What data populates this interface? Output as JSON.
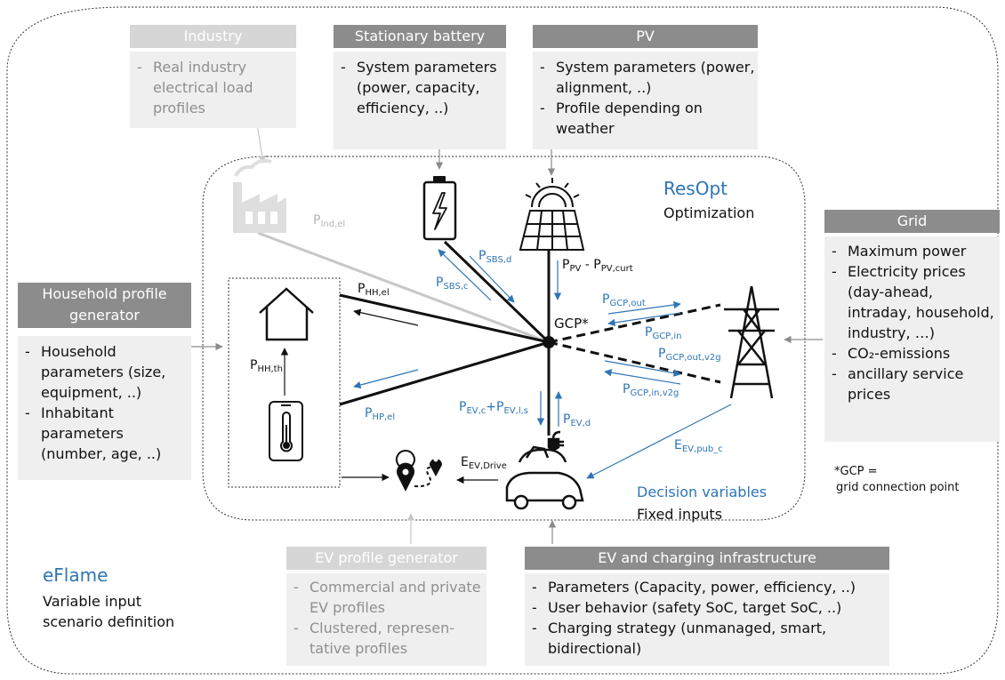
{
  "industry": {
    "title": "Industry",
    "items": [
      "Real industry electrical load profiles"
    ]
  },
  "battery": {
    "title": "Stationary battery",
    "items": [
      "System parameters (power, capacity, efficiency, ..)"
    ]
  },
  "pv": {
    "title": "PV",
    "items": [
      "System parameters (power, alignment, ..)",
      "Profile depending on weather"
    ]
  },
  "grid": {
    "title": "Grid",
    "items": [
      "Maximum power",
      "Electricity prices (day-ahead, intraday, household, industry, …)",
      "CO₂-emissions",
      "ancillary service prices"
    ]
  },
  "household": {
    "title": "Household profile generator",
    "items": [
      "Household parameters (size, equipment, ..)",
      "Inhabitant parameters (number, age, ..)"
    ]
  },
  "ev_profile": {
    "title": "EV profile generator",
    "items": [
      "Commercial and private EV profiles",
      "Clustered, represen-tative profiles"
    ]
  },
  "ev_infra": {
    "title": "EV and charging infrastructure",
    "items": [
      "Parameters (Capacity, power, efficiency, ..)",
      "User behavior (safety SoC, target SoC, ..)",
      "Charging strategy (unmanaged, smart, bidirectional)"
    ]
  },
  "resopt": {
    "title": "ResOpt",
    "subtitle": "Optimization"
  },
  "eflame": {
    "title": "eFlame",
    "subtitle": "Variable input scenario definition"
  },
  "legend": {
    "decision": "Decision variables",
    "fixed": "Fixed inputs"
  },
  "gcp_note": {
    "line1": "*GCP =",
    "line2": "grid connection point"
  },
  "gcp_label": "GCP*",
  "variables": {
    "p_ind_el": {
      "base": "P",
      "sub": "Ind,el"
    },
    "p_hh_el": {
      "base": "P",
      "sub": "HH,el"
    },
    "p_hh_th": {
      "base": "P",
      "sub": "HH,th"
    },
    "p_hp_el": {
      "base": "P",
      "sub": "HP,el"
    },
    "p_sbs_d": {
      "base": "P",
      "sub": "SBS,d"
    },
    "p_sbs_c": {
      "base": "P",
      "sub": "SBS,c"
    },
    "p_pv": {
      "base": "P",
      "sub": "PV"
    },
    "p_pv_minus": "-",
    "p_pv_curt": {
      "base": "P",
      "sub": "PV,curt"
    },
    "p_gcp_out": {
      "base": "P",
      "sub": "GCP,out"
    },
    "p_gcp_in": {
      "base": "P",
      "sub": "GCP,in"
    },
    "p_gcp_out_v2g": {
      "base": "P",
      "sub": "GCP,out,v2g"
    },
    "p_gcp_in_v2g": {
      "base": "P",
      "sub": "GCP,in,v2g"
    },
    "p_ev_c": {
      "base": "P",
      "sub": "EV,c"
    },
    "p_ev_plus": "+",
    "p_ev_ls": {
      "base": "P",
      "sub": "EV,l,s"
    },
    "p_ev_d": {
      "base": "P",
      "sub": "EV,d"
    },
    "e_ev_drive": {
      "base": "E",
      "sub": "EV,Drive"
    },
    "e_ev_pub": {
      "base": "E",
      "sub": "EV,pub_c"
    }
  },
  "colors": {
    "blue": "#2e75b6",
    "header_dark": "#8c8c8c",
    "header_light": "#d6d6d6",
    "box": "#efefef"
  }
}
